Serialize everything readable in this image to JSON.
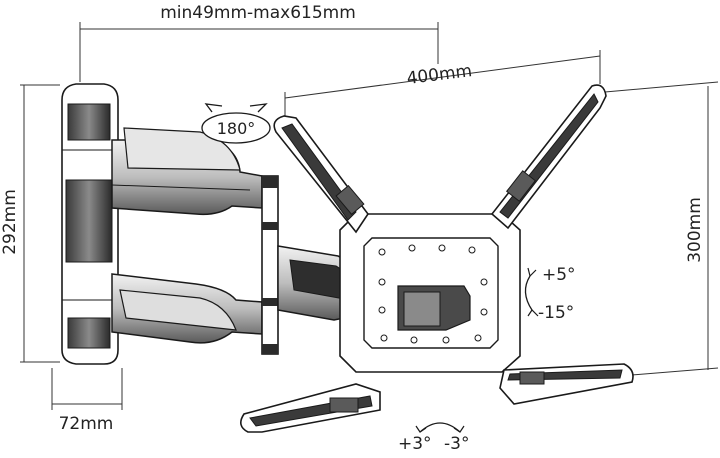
{
  "dimensions": {
    "arm_extension": "min49mm-max615mm",
    "vesa_horizontal": "400mm",
    "vesa_vertical": "300mm",
    "wall_plate_height": "292mm",
    "wall_plate_width": "72mm"
  },
  "motion": {
    "swivel": "180°",
    "tilt_up": "+5°",
    "tilt_down": "-15°",
    "rotate_pos": "+3°",
    "rotate_neg": "-3°"
  },
  "colors": {
    "line": "#1a1a1a",
    "dark_fill": "#2b2b2b",
    "mid_fill": "#6b6b6b",
    "light_fill": "#cfcfcf",
    "paper": "#ffffff"
  }
}
